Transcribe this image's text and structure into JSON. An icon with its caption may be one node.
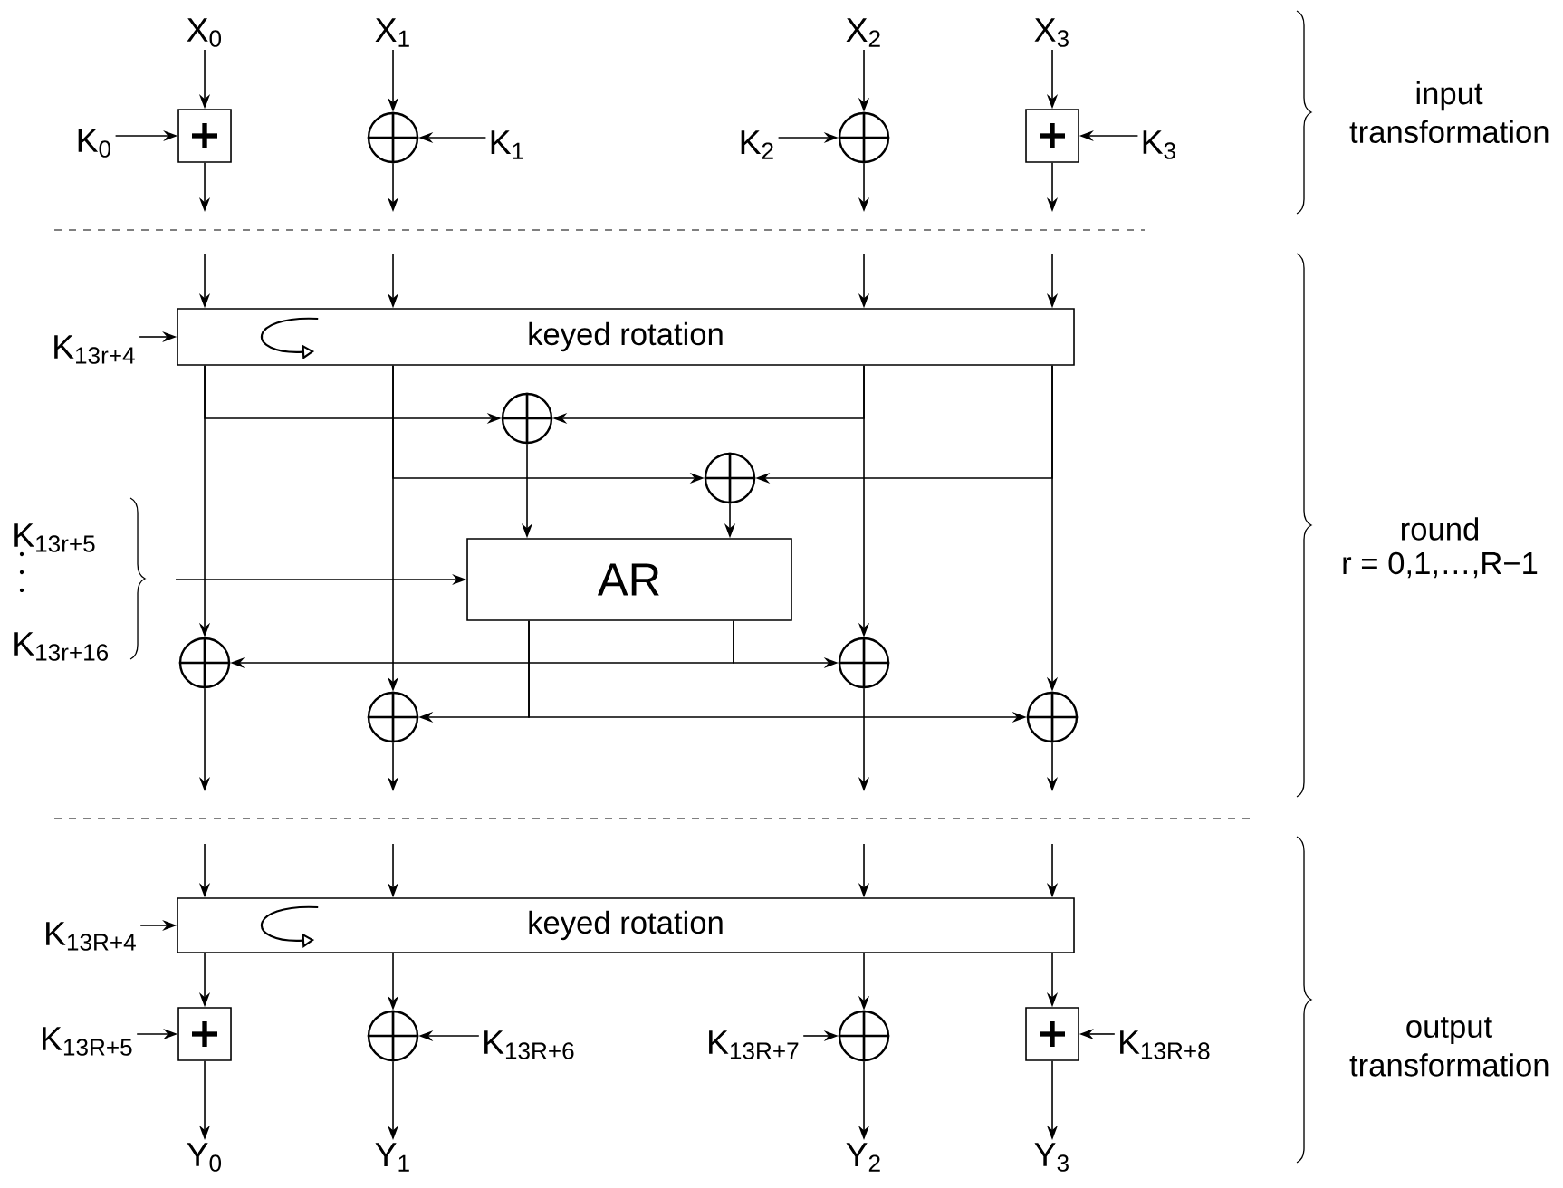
{
  "diagram": {
    "nodes": [
      {
        "text": [
          "X$_{0}$"
        ]
      },
      {
        "text": [
          "X$_{1}$"
        ]
      },
      {
        "text": [
          "X$_{2}$"
        ]
      },
      {
        "text": [
          "X$_{3}$"
        ]
      },
      {
        "text": [
          "K$_{0}$"
        ]
      },
      {
        "text": [],
        "shape": "box"
      },
      {
        "text": [],
        "shape": "circle"
      },
      {
        "text": [
          "K$_{1}$"
        ]
      },
      {
        "text": [
          "K$_{2}$"
        ]
      },
      {
        "text": [],
        "shape": "circle"
      },
      {
        "text": [],
        "shape": "box"
      },
      {
        "text": [
          "K$_{3}$"
        ]
      },
      {
        "text": [
          "K$_{13r+4}$"
        ]
      },
      {
        "text": [
          "keyed rotation"
        ]
      },
      {
        "text": [],
        "shape": "circle"
      },
      {
        "text": [],
        "shape": "circle"
      },
      {
        "text": [
          "AR"
        ]
      },
      {
        "text": [],
        "shape": "circle"
      },
      {
        "text": [],
        "shape": "circle"
      },
      {
        "text": [],
        "shape": "circle"
      },
      {
        "text": [],
        "shape": "circle"
      },
      {
        "text": [
          "K$_{13R+4}$"
        ]
      },
      {
        "text": [
          "keyed rotation"
        ]
      },
      {
        "text": [
          "K$_{13R+5}$"
        ]
      },
      {
        "text": [],
        "shape": "box"
      },
      {
        "text": [],
        "shape": "circle"
      },
      {
        "text": [
          "K$_{13R+6}$"
        ]
      },
      {
        "text": [
          "K$_{13R+7}$"
        ]
      },
      {
        "text": [],
        "shape": "circle"
      },
      {
        "text": [],
        "shape": "box"
      },
      {
        "text": [
          "K$_{13R+8}$"
        ]
      },
      {
        "text": [
          "Y$_{0}$"
        ]
      },
      {
        "text": [
          "Y$_{1}$"
        ]
      },
      {
        "text": [
          "Y$_{2}$"
        ]
      },
      {
        "text": [
          "Y$_{3}$"
        ]
      }
    ],
    "edges": [
      {
        "from": 0,
        "to": 5,
        "arrow": "to"
      },
      {
        "from": 1,
        "to": 6,
        "arrow": "to"
      },
      {
        "from": 2,
        "to": 9,
        "arrow": "to"
      },
      {
        "from": 3,
        "to": 10,
        "arrow": "to"
      },
      {
        "from": 4,
        "to": 5,
        "arrow": "to"
      },
      {
        "from": 7,
        "to": 6,
        "arrow": "to"
      },
      {
        "from": 8,
        "to": 9,
        "arrow": "to"
      },
      {
        "from": 11,
        "to": 10,
        "arrow": "to"
      },
      {
        "from": 5,
        "to": null,
        "arrow": "to"
      },
      {
        "from": 6,
        "to": null,
        "arrow": "to"
      },
      {
        "from": 9,
        "to": null,
        "arrow": "to"
      },
      {
        "from": 10,
        "to": null,
        "arrow": "to"
      },
      {
        "from": null,
        "to": 13,
        "arrow": "to"
      },
      {
        "from": null,
        "to": 13,
        "arrow": "to"
      },
      {
        "from": null,
        "to": 13,
        "arrow": "to"
      },
      {
        "from": null,
        "to": 13,
        "arrow": "to"
      },
      {
        "from": 12,
        "to": 13,
        "arrow": "to"
      },
      {
        "from": 13,
        "to": 14,
        "arrow": "to"
      },
      {
        "from": 13,
        "to": 14,
        "arrow": "to"
      },
      {
        "from": 13,
        "to": 15,
        "arrow": "to"
      },
      {
        "from": 13,
        "to": 15,
        "arrow": "to"
      },
      {
        "from": 13,
        "to": 17,
        "arrow": "to"
      },
      {
        "from": 13,
        "to": 19,
        "arrow": "to"
      },
      {
        "from": 13,
        "to": 18,
        "arrow": "to"
      },
      {
        "from": 13,
        "to": 20,
        "arrow": "to"
      },
      {
        "from": 14,
        "to": 16,
        "arrow": "to"
      },
      {
        "from": 15,
        "to": 16,
        "arrow": "to"
      },
      {
        "from": null,
        "to": 16,
        "arrow": "to"
      },
      {
        "from": 16,
        "to": 17,
        "arrow": "to"
      },
      {
        "from": 16,
        "to": 18,
        "arrow": "to"
      },
      {
        "from": 16,
        "to": 19,
        "arrow": "to"
      },
      {
        "from": 16,
        "to": 20,
        "arrow": "to"
      },
      {
        "from": 17,
        "to": null,
        "arrow": "to"
      },
      {
        "from": 19,
        "to": null,
        "arrow": "to"
      },
      {
        "from": 18,
        "to": null,
        "arrow": "to"
      },
      {
        "from": 20,
        "to": null,
        "arrow": "to"
      },
      {
        "from": null,
        "to": 22,
        "arrow": "to"
      },
      {
        "from": null,
        "to": 22,
        "arrow": "to"
      },
      {
        "from": null,
        "to": 22,
        "arrow": "to"
      },
      {
        "from": null,
        "to": 22,
        "arrow": "to"
      },
      {
        "from": 21,
        "to": 22,
        "arrow": "to"
      },
      {
        "from": 22,
        "to": 24,
        "arrow": "to"
      },
      {
        "from": 22,
        "to": 25,
        "arrow": "to"
      },
      {
        "from": 22,
        "to": 28,
        "arrow": "to"
      },
      {
        "from": 22,
        "to": 29,
        "arrow": "to"
      },
      {
        "from": 23,
        "to": 24,
        "arrow": "to"
      },
      {
        "from": 26,
        "to": 25,
        "arrow": "to"
      },
      {
        "from": 27,
        "to": 28,
        "arrow": "to"
      },
      {
        "from": 30,
        "to": 29,
        "arrow": "to"
      },
      {
        "from": 24,
        "to": 31,
        "arrow": "to"
      },
      {
        "from": 25,
        "to": 32,
        "arrow": "to"
      },
      {
        "from": 28,
        "to": 33,
        "arrow": "to"
      },
      {
        "from": 29,
        "to": 34,
        "arrow": "to"
      }
    ],
    "labels": [
      "input transformation",
      "K$_{13r+5}$",
      "round",
      "r = 0,1,…,R−1",
      "K$_{13r+16}$",
      "output transformation"
    ]
  }
}
